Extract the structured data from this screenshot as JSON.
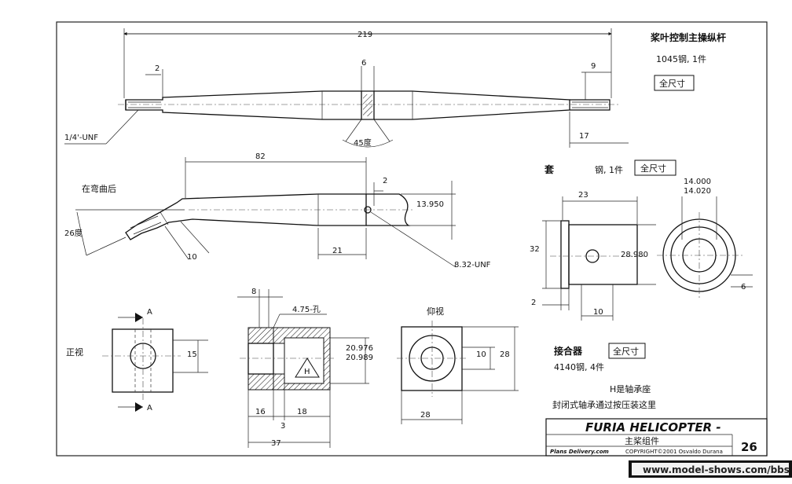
{
  "part1": {
    "title": "桨叶控制主操纵杆",
    "material": "1045钢, 1件",
    "scale_label": "全尺寸",
    "dims": {
      "overall": "219",
      "left_thread": "2",
      "center": "6",
      "right_thread": "9",
      "right_len": "17",
      "angle": "45度",
      "thread_label": "1/4'-UNF"
    }
  },
  "bent_view": {
    "label": "在弯曲后",
    "dims": {
      "length": "82",
      "angle": "26度",
      "tip": "10",
      "hub": "21",
      "offset": "2",
      "diameter": "13.950",
      "thread": "8.32-UNF"
    }
  },
  "sleeve": {
    "title": "套",
    "material": "钢, 1件",
    "scale_label": "全尺寸",
    "dims": {
      "width": "23",
      "height": "32",
      "bore": "28.980",
      "flange": "2",
      "step": "10",
      "od_top": "14.000",
      "od_bottom": "14.020",
      "wall": "6"
    }
  },
  "connector": {
    "front_label": "正视",
    "section_label": "A",
    "bottom_label": "仰视",
    "title": "接合器",
    "scale_label": "全尺寸",
    "material": "4140钢, 4件",
    "hole_label": "4.75-孔",
    "bearing_mark": "H",
    "note1": "H是轴承座",
    "note2": "封闭式轴承通过按压装这里",
    "dims": {
      "front_h": "15",
      "sec_top": "8",
      "bore_top": "20.976",
      "bore_bottom": "20.989",
      "sec_left": "16",
      "sec_mid": "3",
      "sec_right": "18",
      "sec_total": "37",
      "bot_inner": "10",
      "bot_h": "28",
      "bot_w": "28"
    }
  },
  "title_block": {
    "name": "FURIA HELICOPTER -",
    "subtitle": "主桨组件",
    "site": "Plans Delivery.com",
    "copyright": "COPYRIGHT©2001 Osvaldo Durana",
    "page": "26"
  },
  "watermark": "www.model-shows.com/bbs"
}
